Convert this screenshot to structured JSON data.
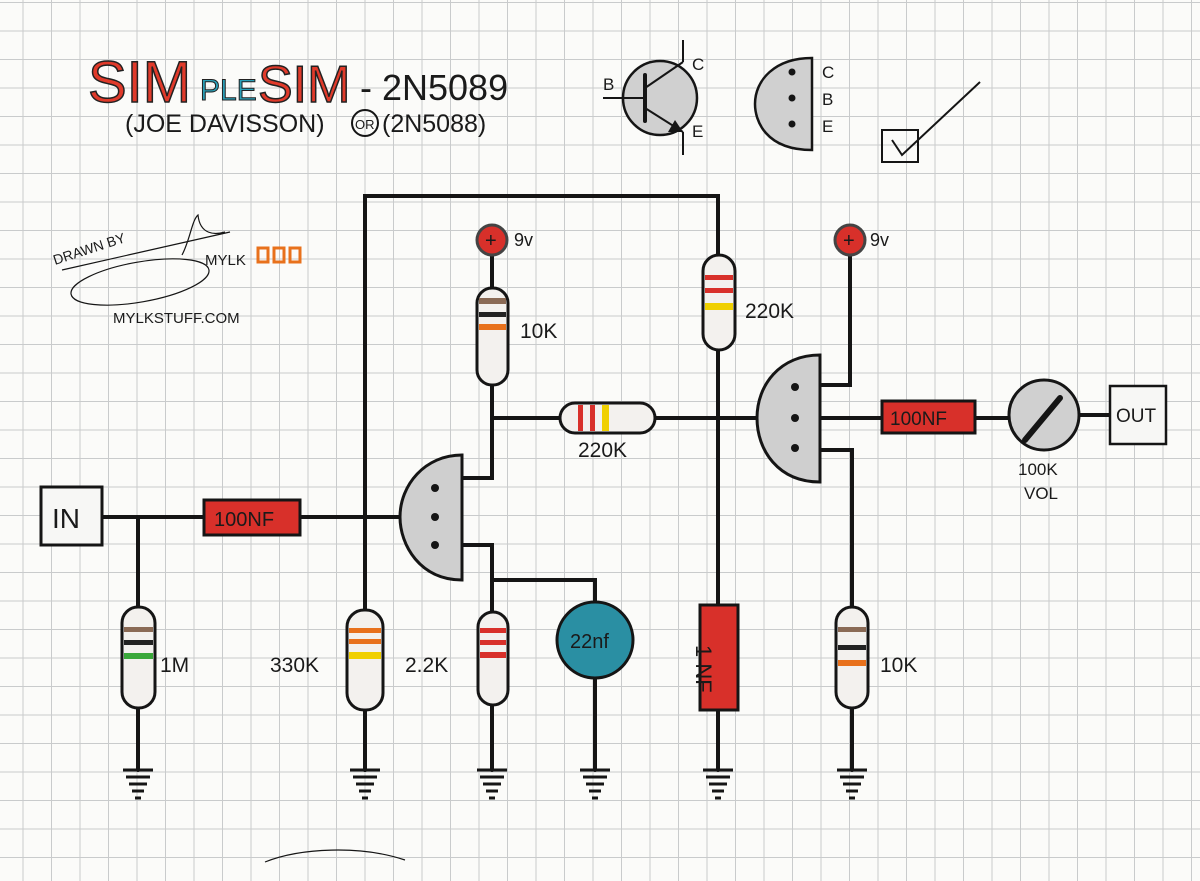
{
  "title": {
    "part1": "SIM",
    "part2": "PLE",
    "part3": "SIM",
    "model": "- 2N5089"
  },
  "subtitle": {
    "designer": "(JOE DAVISSON)",
    "or": "OR",
    "alt": "(2N5088)"
  },
  "pinout": {
    "transistor_labels": {
      "b": "B",
      "c": "C",
      "e": "E"
    },
    "package_labels": [
      "C",
      "B",
      "E"
    ]
  },
  "credits": {
    "drawn_by": "DRAWN BY",
    "author": "MYLK",
    "website": "MYLKSTUFF.COM"
  },
  "components": {
    "input": "IN",
    "output": "OUT",
    "input_cap": "100NF",
    "output_cap": "100NF",
    "r_input": "1M",
    "r_bias": "330K",
    "r_collector1": "10K",
    "r_feedback": "220K",
    "r_emitter1": "2.2K",
    "c_emitter": "22nf",
    "r_supply": "220K",
    "c_filter": "1 NF",
    "r_emitter2": "10K",
    "pot": "100K",
    "pot_label": "VOL",
    "supply1": "9v",
    "supply2": "9v",
    "supply_symbol": "+"
  },
  "colors": {
    "red": "#d8302a",
    "teal": "#2a8fa3",
    "orange": "#e8711c",
    "yellow": "#f0d000",
    "green": "#3aa83a",
    "brown": "#8a6a55"
  }
}
